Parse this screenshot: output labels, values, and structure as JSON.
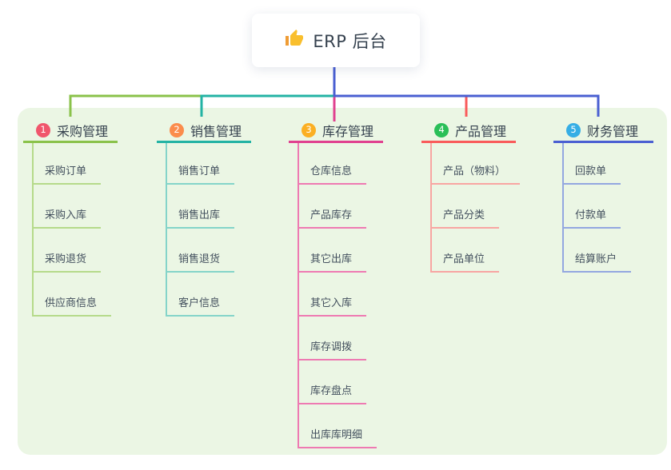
{
  "root_node": {
    "label": "ERP 后台",
    "icon": "thumbs-up"
  },
  "colors": {
    "page_bg": "#ffffff",
    "panel_bg": "#ebf6e4",
    "header_text": "#36424f",
    "child_text": "#43505e",
    "stem": "#4a5fd2"
  },
  "branches": [
    {
      "number": "1",
      "label": "采购管理",
      "badge_color": "#f0566c",
      "line_color": "#8ac24a",
      "child_line_color": "#b5da8a",
      "children": [
        "采购订单",
        "采购入库",
        "采购退货",
        "供应商信息"
      ]
    },
    {
      "number": "2",
      "label": "销售管理",
      "badge_color": "#fb8c4c",
      "line_color": "#23b3a4",
      "child_line_color": "#84d4c9",
      "children": [
        "销售订单",
        "销售出库",
        "销售退货",
        "客户信息"
      ]
    },
    {
      "number": "3",
      "label": "库存管理",
      "badge_color": "#fbaf23",
      "line_color": "#e0418f",
      "child_line_color": "#ee7ab2",
      "children": [
        "仓库信息",
        "产品库存",
        "其它出库",
        "其它入库",
        "库存调拨",
        "库存盘点",
        "出库库明细"
      ]
    },
    {
      "number": "4",
      "label": "产品管理",
      "badge_color": "#2abf58",
      "line_color": "#f95b5b",
      "child_line_color": "#f8a5a2",
      "children": [
        "产品（物料）",
        "产品分类",
        "产品单位"
      ]
    },
    {
      "number": "5",
      "label": "财务管理",
      "badge_color": "#36aee5",
      "line_color": "#4a5fd2",
      "child_line_color": "#93a7e0",
      "children": [
        "回款单",
        "付款单",
        "结算账户"
      ]
    }
  ]
}
